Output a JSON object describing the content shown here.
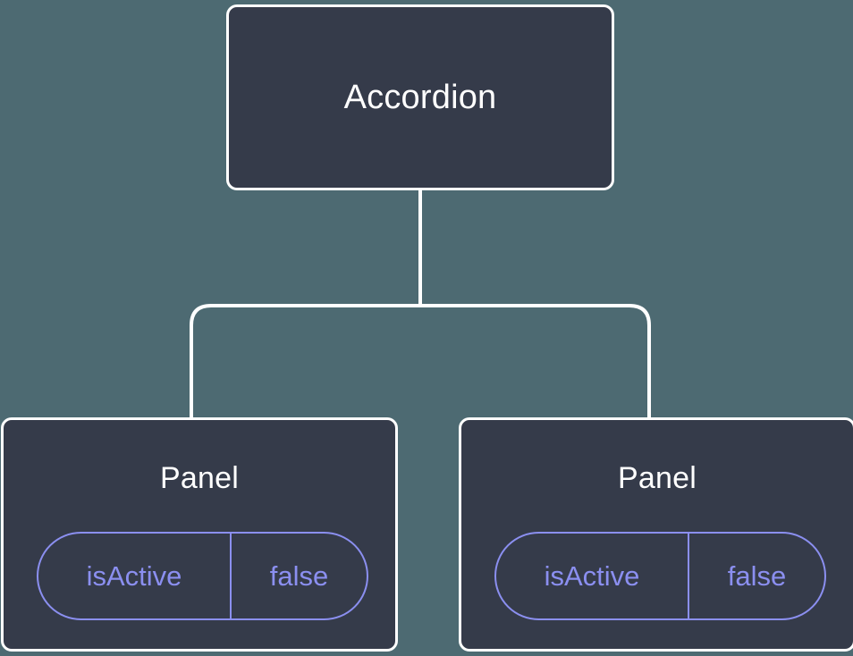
{
  "canvas": {
    "background_color": "#4d6a72",
    "node_fill_color": "#353b4a",
    "node_border_color": "#ffffff",
    "edge_color": "#ffffff",
    "prop_color": "#8b8ff0",
    "label_color": "#ffffff"
  },
  "tree": {
    "root": {
      "label": "Accordion"
    },
    "children": [
      {
        "label": "Panel",
        "props": [
          {
            "key": "isActive",
            "value": "false"
          }
        ]
      },
      {
        "label": "Panel",
        "props": [
          {
            "key": "isActive",
            "value": "false"
          }
        ]
      }
    ]
  }
}
